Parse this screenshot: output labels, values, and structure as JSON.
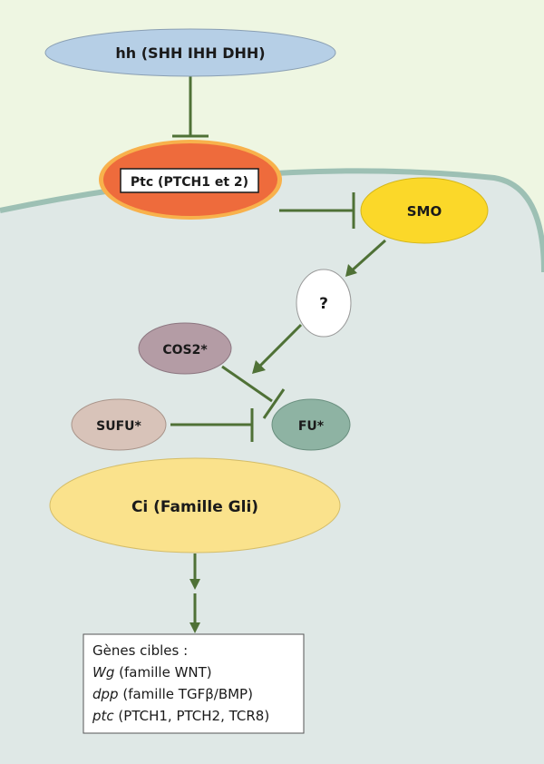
{
  "colors": {
    "outside": "#eef6e2",
    "cell": "#dfe8e6",
    "membrane": "#9dc0b4",
    "arrow": "#4f7136",
    "hh": "#b6cfe6",
    "ptc": "#ee6b3c",
    "ptc_ring": "#f8b14c",
    "smo": "#fbd829",
    "question": "#ffffff",
    "cos2": "#b49ca5",
    "sufu": "#d8c3b9",
    "fu": "#8eb3a3",
    "ci": "#fae28c"
  },
  "nodes": {
    "hh": "hh (SHH IHH DHH)",
    "ptc": "Ptc (PTCH1 et 2)",
    "smo": "SMO",
    "unknown": "?",
    "cos2": "COS2*",
    "sufu": "SUFU*",
    "fu": "FU*",
    "ci": "Ci (Famille Gli)"
  },
  "target_genes": {
    "title": "Gènes cibles :",
    "rows": [
      {
        "gene": "Wg",
        "desc": " (famille WNT)"
      },
      {
        "gene": "dpp",
        "desc": " (famille TGFβ/BMP)"
      },
      {
        "gene": "ptc",
        "desc": " (PTCH1, PTCH2, TCR8)"
      }
    ]
  }
}
